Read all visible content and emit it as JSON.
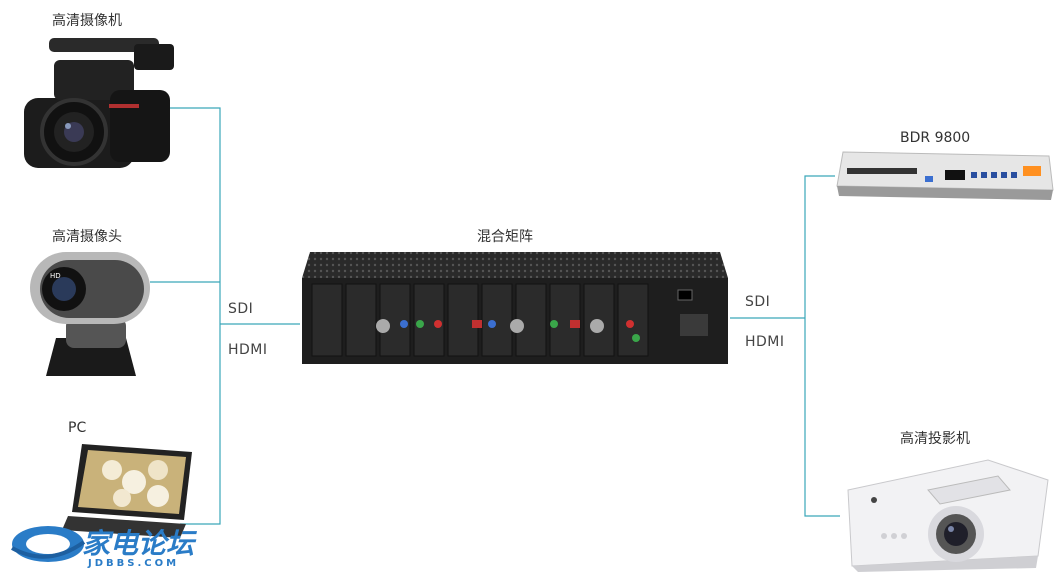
{
  "sources": {
    "camcorder": {
      "label": "高清摄像机",
      "icon": "camcorder-icon"
    },
    "webcam": {
      "label": "高清摄像头",
      "icon": "webcam-icon"
    },
    "pc": {
      "label": "PC",
      "icon": "laptop-icon"
    }
  },
  "matrix": {
    "label": "混合矩阵",
    "icon": "rack-matrix-icon"
  },
  "outputs": {
    "recorder": {
      "label": "BDR 9800",
      "icon": "bluray-recorder-icon"
    },
    "projector": {
      "label": "高清投影机",
      "icon": "projector-icon"
    }
  },
  "connections": {
    "left": {
      "sdi": "SDI",
      "hdmi": "HDMI"
    },
    "right": {
      "sdi": "SDI",
      "hdmi": "HDMI"
    }
  },
  "watermark": {
    "text": "家电论坛",
    "subtext": "JDBBS.COM"
  },
  "colors": {
    "wire": "#3aa6b9",
    "rack": "#1e1e1e",
    "accent": "#2a7cc7"
  }
}
